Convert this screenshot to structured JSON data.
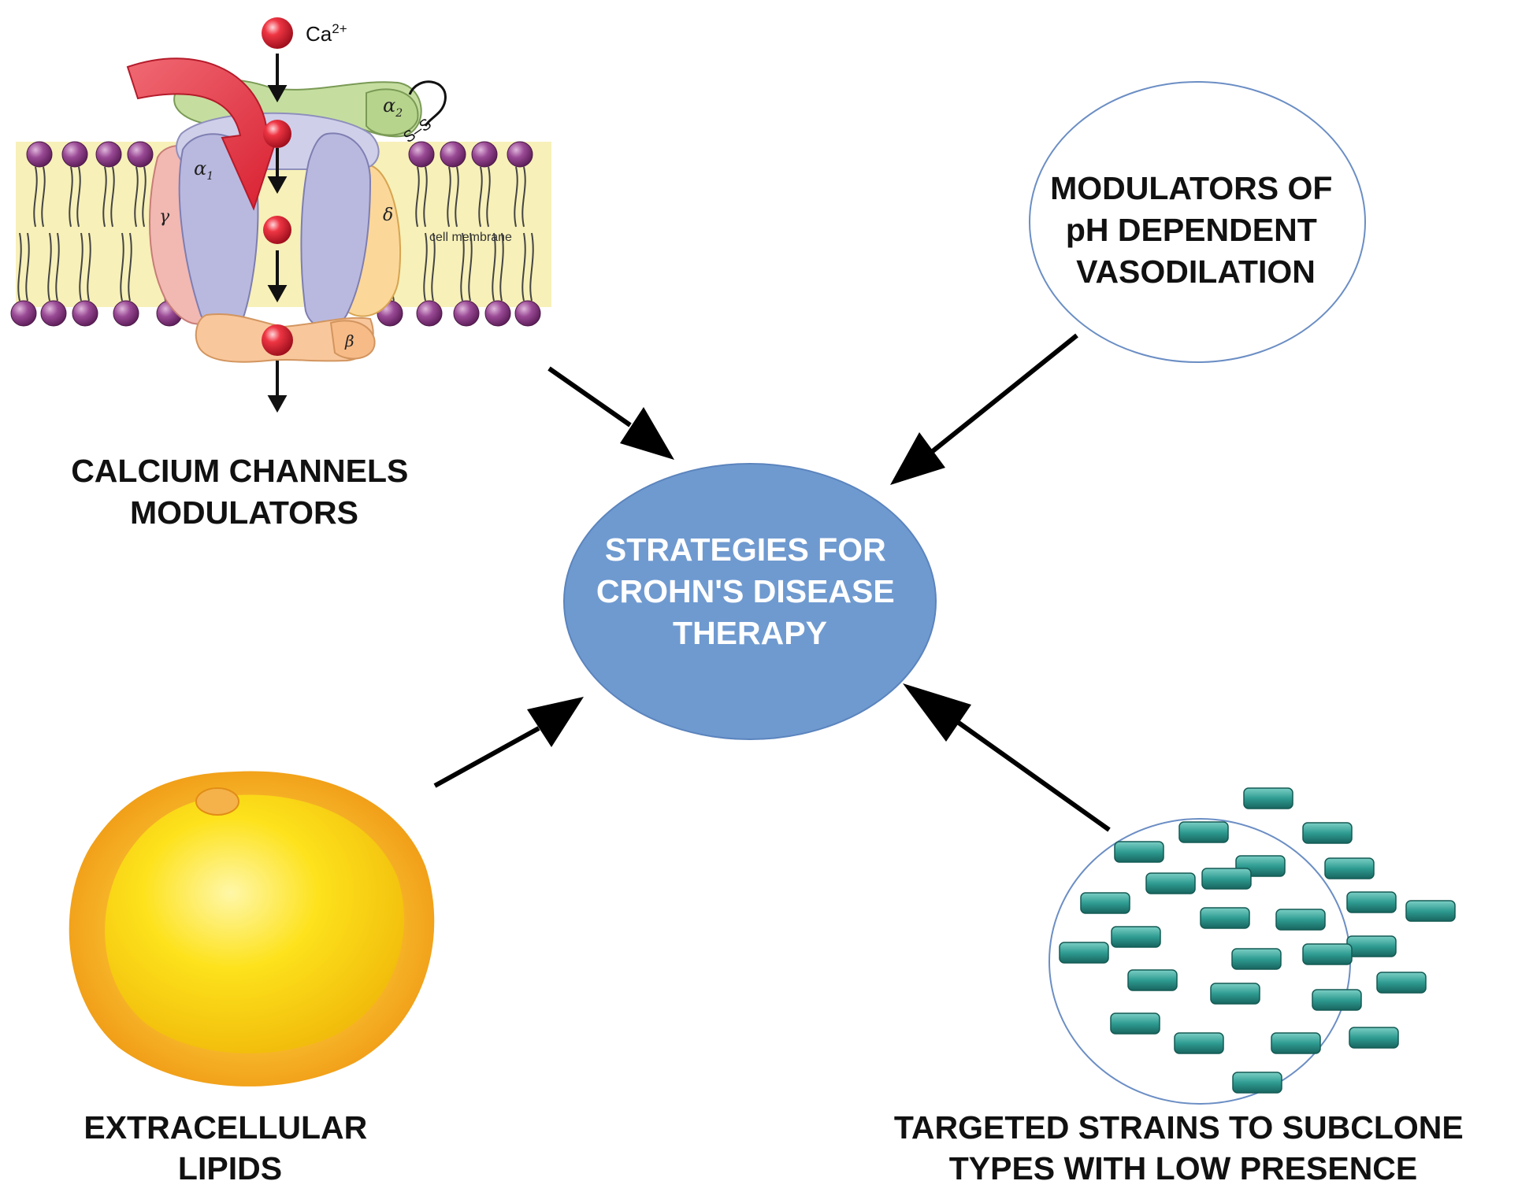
{
  "center": {
    "lines": [
      "STRATEGIES  FOR",
      "CROHN'S DISEASE",
      "THERAPY"
    ],
    "fill": "#6f9ad0",
    "stroke": "#5b84bd"
  },
  "calcium": {
    "label_lines": [
      "CALCIUM  CHANNELS",
      "MODULATORS"
    ],
    "ion_label": "Ca",
    "ion_sup": "2+",
    "subunits": {
      "alpha1": "α",
      "alpha1_sub": "1",
      "alpha2": "α",
      "alpha2_sub": "2",
      "gamma": "γ",
      "delta": "δ",
      "beta": "β",
      "bond": "S–S"
    },
    "membrane_label": "cell membrane"
  },
  "ph": {
    "lines": [
      "MODULATORS OF",
      "pH DEPENDENT",
      "VASODILATION"
    ]
  },
  "lipids": {
    "label_lines": [
      "EXTRACELLULAR",
      "LIPIDS"
    ]
  },
  "strains": {
    "label_lines": [
      "TARGETED  STRAINS TO  SUBCLONE",
      "TYPES WITH LOW  PRESENCE"
    ]
  },
  "colors": {
    "arrow": "#000000",
    "head_purple": "#8e3e8a",
    "ion_red": "#d8202f",
    "bacteria": "#2f9c92",
    "lipid_yellow": "#f5cf10",
    "lipid_orange": "#f3a320"
  }
}
